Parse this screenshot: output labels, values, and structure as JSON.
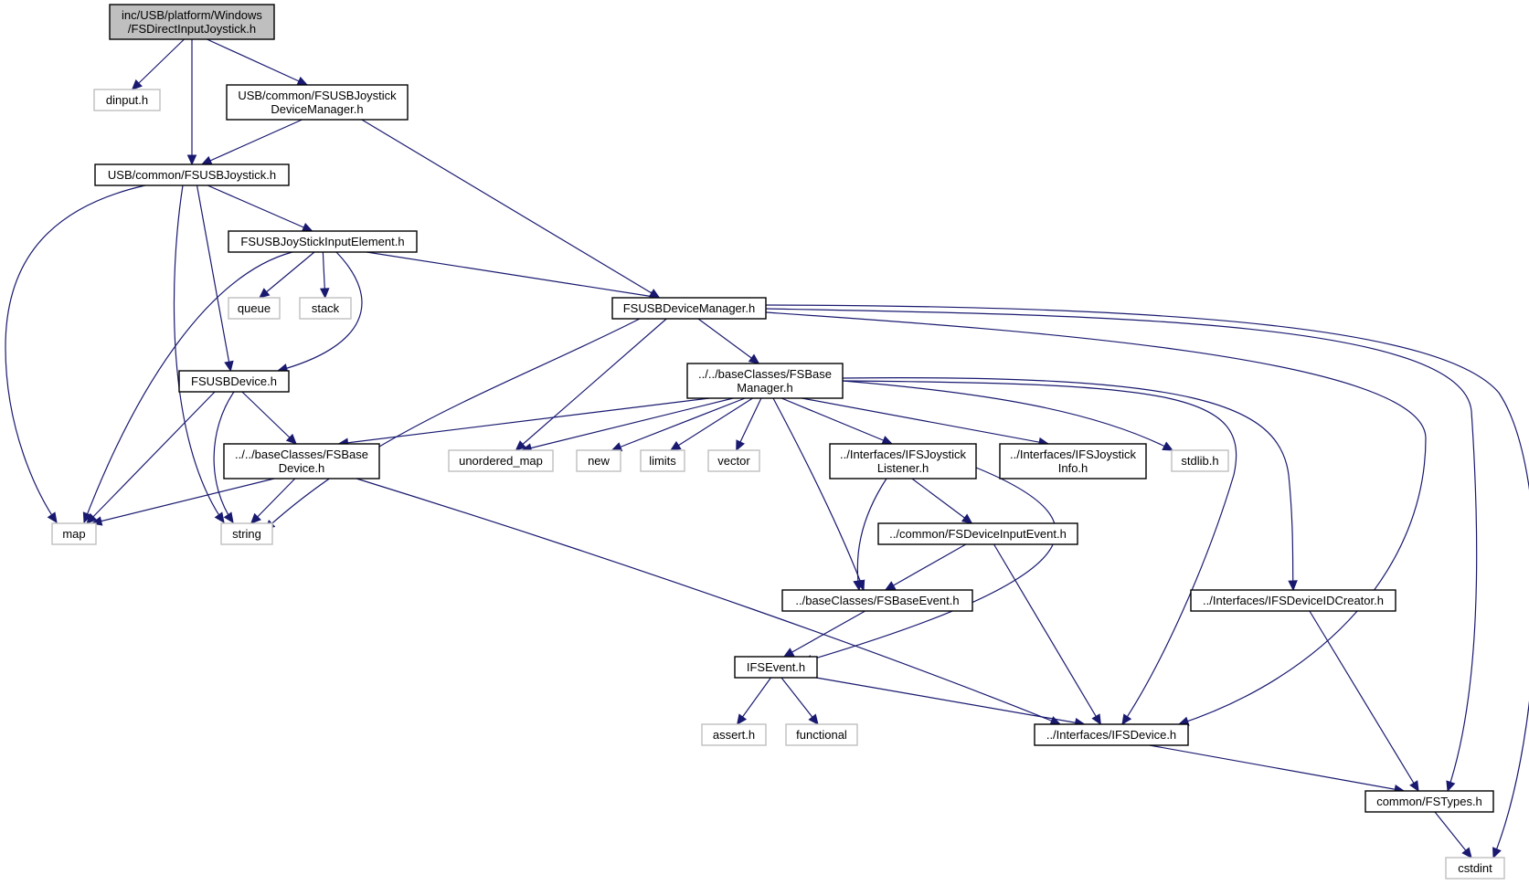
{
  "diagram": {
    "nodes": [
      {
        "id": "root",
        "lines": [
          "inc/USB/platform/Windows",
          "/FSDirectInputJoystick.h"
        ],
        "kind": "root"
      },
      {
        "id": "dinput",
        "lines": [
          "dinput.h"
        ],
        "kind": "system"
      },
      {
        "id": "usbjoymgr",
        "lines": [
          "USB/common/FSUSBJoystick",
          "DeviceManager.h"
        ],
        "kind": "file"
      },
      {
        "id": "usbjoy",
        "lines": [
          "USB/common/FSUSBJoystick.h"
        ],
        "kind": "file"
      },
      {
        "id": "inputelem",
        "lines": [
          "FSUSBJoyStickInputElement.h"
        ],
        "kind": "file"
      },
      {
        "id": "queue",
        "lines": [
          "queue"
        ],
        "kind": "system"
      },
      {
        "id": "stack",
        "lines": [
          "stack"
        ],
        "kind": "system"
      },
      {
        "id": "devmgr",
        "lines": [
          "FSUSBDeviceManager.h"
        ],
        "kind": "file"
      },
      {
        "id": "usbdevice",
        "lines": [
          "FSUSBDevice.h"
        ],
        "kind": "file"
      },
      {
        "id": "basemgr",
        "lines": [
          "../../baseClasses/FSBase",
          "Manager.h"
        ],
        "kind": "file"
      },
      {
        "id": "basedevice",
        "lines": [
          "../../baseClasses/FSBase",
          "Device.h"
        ],
        "kind": "file"
      },
      {
        "id": "unordered_map",
        "lines": [
          "unordered_map"
        ],
        "kind": "system"
      },
      {
        "id": "new",
        "lines": [
          "new"
        ],
        "kind": "system"
      },
      {
        "id": "limits",
        "lines": [
          "limits"
        ],
        "kind": "system"
      },
      {
        "id": "vector",
        "lines": [
          "vector"
        ],
        "kind": "system"
      },
      {
        "id": "joylistener",
        "lines": [
          "../Interfaces/IFSJoystick",
          "Listener.h"
        ],
        "kind": "file"
      },
      {
        "id": "joyinfo",
        "lines": [
          "../Interfaces/IFSJoystick",
          "Info.h"
        ],
        "kind": "file"
      },
      {
        "id": "stdlib",
        "lines": [
          "stdlib.h"
        ],
        "kind": "system"
      },
      {
        "id": "map",
        "lines": [
          "map"
        ],
        "kind": "system"
      },
      {
        "id": "string",
        "lines": [
          "string"
        ],
        "kind": "system"
      },
      {
        "id": "devinputevent",
        "lines": [
          "../common/FSDeviceInputEvent.h"
        ],
        "kind": "file"
      },
      {
        "id": "baseevent",
        "lines": [
          "../baseClasses/FSBaseEvent.h"
        ],
        "kind": "file"
      },
      {
        "id": "devidcreator",
        "lines": [
          "../Interfaces/IFSDeviceIDCreator.h"
        ],
        "kind": "file"
      },
      {
        "id": "ifsevent",
        "lines": [
          "IFSEvent.h"
        ],
        "kind": "file"
      },
      {
        "id": "assert",
        "lines": [
          "assert.h"
        ],
        "kind": "system"
      },
      {
        "id": "functional",
        "lines": [
          "functional"
        ],
        "kind": "system"
      },
      {
        "id": "ifsdevice",
        "lines": [
          "../Interfaces/IFSDevice.h"
        ],
        "kind": "file"
      },
      {
        "id": "fstypes",
        "lines": [
          "common/FSTypes.h"
        ],
        "kind": "file"
      },
      {
        "id": "cstdint",
        "lines": [
          "cstdint"
        ],
        "kind": "system"
      }
    ],
    "edges": [
      {
        "from": "root",
        "to": "dinput"
      },
      {
        "from": "root",
        "to": "usbjoy"
      },
      {
        "from": "root",
        "to": "usbjoymgr"
      },
      {
        "from": "usbjoymgr",
        "to": "usbjoy"
      },
      {
        "from": "usbjoymgr",
        "to": "devmgr"
      },
      {
        "from": "usbjoy",
        "to": "map"
      },
      {
        "from": "usbjoy",
        "to": "string"
      },
      {
        "from": "usbjoy",
        "to": "usbdevice"
      },
      {
        "from": "usbjoy",
        "to": "inputelem"
      },
      {
        "from": "inputelem",
        "to": "map"
      },
      {
        "from": "inputelem",
        "to": "queue"
      },
      {
        "from": "inputelem",
        "to": "stack"
      },
      {
        "from": "inputelem",
        "to": "usbdevice"
      },
      {
        "from": "inputelem",
        "to": "devmgr"
      },
      {
        "from": "usbdevice",
        "to": "map"
      },
      {
        "from": "usbdevice",
        "to": "string"
      },
      {
        "from": "usbdevice",
        "to": "basedevice"
      },
      {
        "from": "basedevice",
        "to": "map"
      },
      {
        "from": "basedevice",
        "to": "string"
      },
      {
        "from": "basedevice",
        "to": "ifsdevice"
      },
      {
        "from": "devmgr",
        "to": "string"
      },
      {
        "from": "devmgr",
        "to": "unordered_map"
      },
      {
        "from": "devmgr",
        "to": "basemgr"
      },
      {
        "from": "devmgr",
        "to": "ifsdevice"
      },
      {
        "from": "devmgr",
        "to": "fstypes"
      },
      {
        "from": "devmgr",
        "to": "cstdint"
      },
      {
        "from": "basemgr",
        "to": "basedevice"
      },
      {
        "from": "basemgr",
        "to": "unordered_map"
      },
      {
        "from": "basemgr",
        "to": "new"
      },
      {
        "from": "basemgr",
        "to": "limits"
      },
      {
        "from": "basemgr",
        "to": "vector"
      },
      {
        "from": "basemgr",
        "to": "baseevent"
      },
      {
        "from": "basemgr",
        "to": "joylistener"
      },
      {
        "from": "basemgr",
        "to": "joyinfo"
      },
      {
        "from": "basemgr",
        "to": "stdlib"
      },
      {
        "from": "basemgr",
        "to": "ifsdevice"
      },
      {
        "from": "basemgr",
        "to": "devidcreator"
      },
      {
        "from": "joylistener",
        "to": "baseevent"
      },
      {
        "from": "joylistener",
        "to": "devinputevent"
      },
      {
        "from": "joylistener",
        "to": "ifsevent"
      },
      {
        "from": "devinputevent",
        "to": "baseevent"
      },
      {
        "from": "devinputevent",
        "to": "ifsdevice"
      },
      {
        "from": "baseevent",
        "to": "ifsevent"
      },
      {
        "from": "ifsevent",
        "to": "assert"
      },
      {
        "from": "ifsevent",
        "to": "functional"
      },
      {
        "from": "ifsevent",
        "to": "ifsdevice"
      },
      {
        "from": "ifsdevice",
        "to": "fstypes"
      },
      {
        "from": "devidcreator",
        "to": "fstypes"
      },
      {
        "from": "fstypes",
        "to": "cstdint"
      }
    ]
  },
  "colors": {
    "edge": "#191970",
    "root_fill": "#bfbfbf",
    "system_border": "#bfbfbf",
    "file_border": "#000000"
  }
}
